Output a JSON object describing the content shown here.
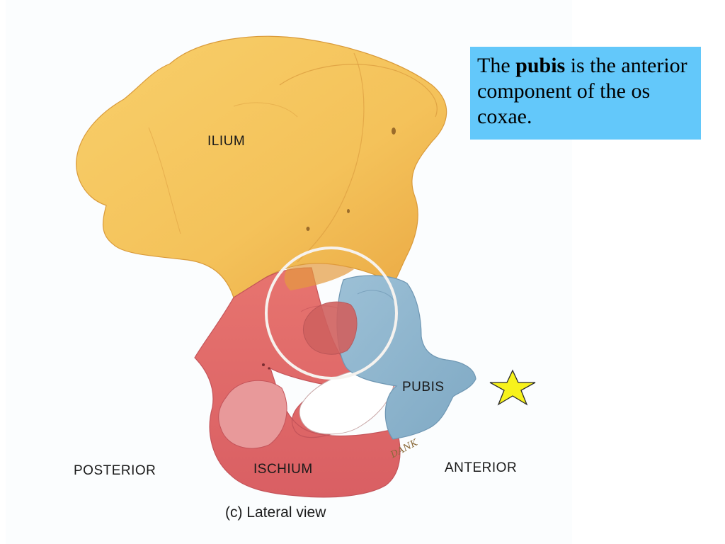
{
  "callout": {
    "before": "The ",
    "emphasis": "pubis",
    "after": " is the anterior component of the os coxae."
  },
  "labels": {
    "ilium": "ILIUM",
    "pubis": "PUBIS",
    "ischium": "ISCHIUM",
    "posterior": "POSTERIOR",
    "anterior": "ANTERIOR"
  },
  "signature": "DANK",
  "caption": "(c) Lateral view",
  "colors": {
    "ilium": "#f4c25a",
    "ischium": "#e0696a",
    "pubis": "#8fb6cf",
    "callout_bg": "#63c8fa",
    "star": "#f7f21c"
  },
  "marker": "star-icon"
}
